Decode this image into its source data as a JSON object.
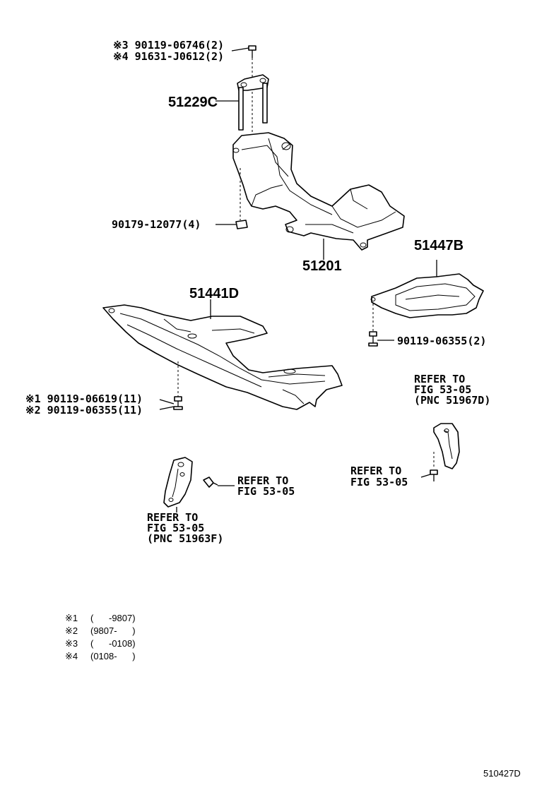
{
  "labels": {
    "bolt_3": "※3 90119-06746(2)",
    "bolt_4": "※4 91631-J0612(2)",
    "bracket": "51229C",
    "nut": "90179-12077(4)",
    "crossmember": "51201",
    "cover_b": "51447B",
    "cover_d": "51441D",
    "bolt_cover_b": "90119-06355(2)",
    "bolt_1": "※1 90119-06619(11)",
    "bolt_2": "※2 90119-06355(11)",
    "refer_right_1": "REFER TO",
    "refer_right_2": "FIG 53-05",
    "refer_right_3": "(PNC 51967D)",
    "refer_bolt_right_1": "REFER TO",
    "refer_bolt_right_2": "FIG 53-05",
    "refer_center_1": "REFER TO",
    "refer_center_2": "FIG 53-05",
    "refer_left_1": "REFER TO",
    "refer_left_2": "FIG 53-05",
    "refer_left_3": "(PNC 51963F)"
  },
  "legend": [
    {
      "mark": "※1",
      "range": "(      -9807)"
    },
    {
      "mark": "※2",
      "range": "(9807-      )"
    },
    {
      "mark": "※3",
      "range": "(      -0108)"
    },
    {
      "mark": "※4",
      "range": "(0108-      )"
    }
  ],
  "figure_id": "510427D"
}
